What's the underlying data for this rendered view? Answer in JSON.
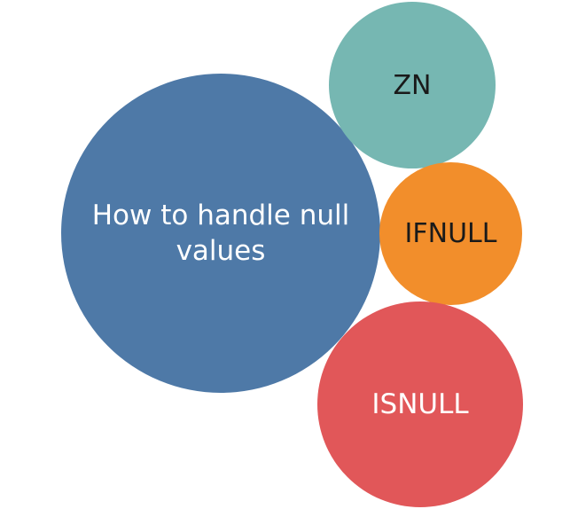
{
  "bubbles": {
    "main": {
      "label": "How to handle null values",
      "color": "#4e79a7"
    },
    "zn": {
      "label": "ZN",
      "color": "#76b7b2"
    },
    "ifnull": {
      "label": "IFNULL",
      "color": "#f28e2b"
    },
    "isnull": {
      "label": "ISNULL",
      "color": "#e15759"
    }
  }
}
